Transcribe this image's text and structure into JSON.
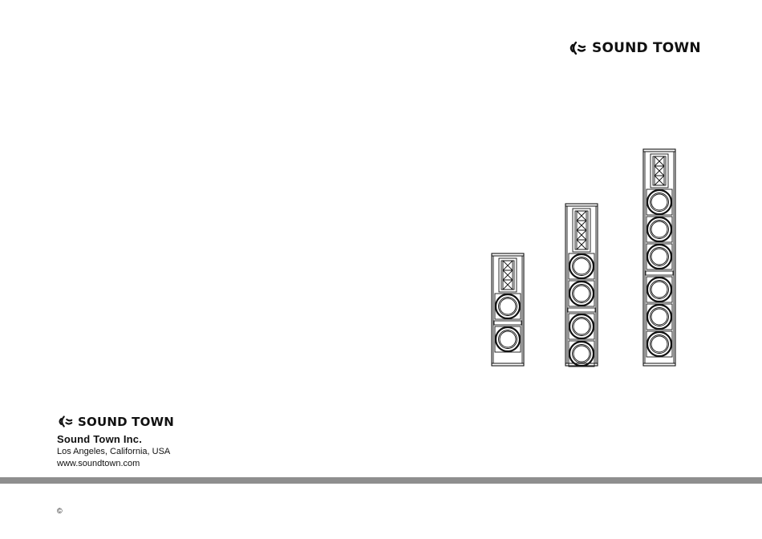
{
  "brand": {
    "name": "SOUND TOWN",
    "icon": "sound-wave-logo-icon"
  },
  "company": {
    "name": "Sound Town Inc.",
    "address": "Los Angeles, California, USA",
    "website": "www.soundtown.com"
  },
  "footer": {
    "copyright": "©"
  },
  "colors": {
    "ink": "#111111",
    "bar": "#8e8e8e",
    "background": "#ffffff"
  }
}
